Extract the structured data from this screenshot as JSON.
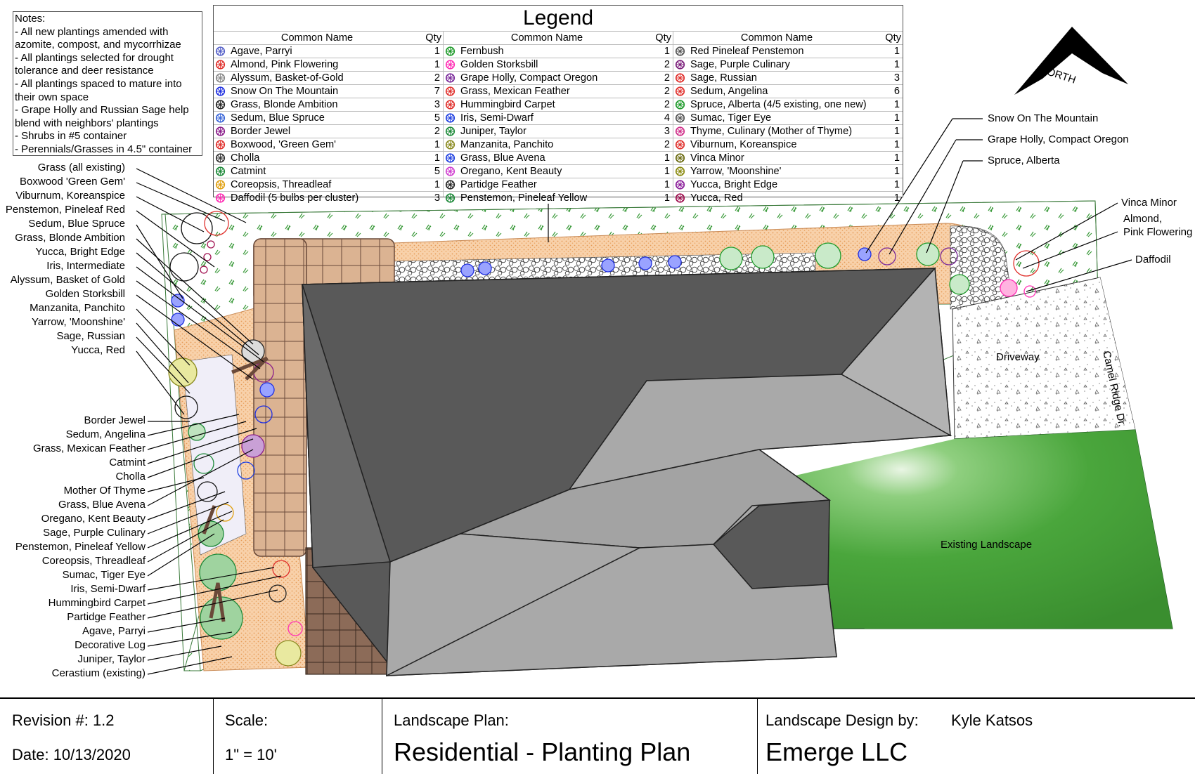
{
  "notes": [
    "Notes:",
    "- All new plantings amended with azomite, compost, and mycorrhizae",
    "- All plantings selected for drought tolerance and deer resistance",
    "- All plantings spaced to mature into their own space",
    "- Grape Holly and Russian Sage help blend with neighbors' plantings",
    "- Shrubs in #5 container",
    "- Perennials/Grasses in  4.5\" container"
  ],
  "legend": {
    "title": "Legend",
    "col_name_header": "Common Name",
    "col_qty_header": "Qty",
    "columns": [
      [
        {
          "name": "Agave,  Parryi",
          "qty": "1",
          "color": "#5560c8",
          "icon": "agave-icon"
        },
        {
          "name": "Almond, Pink Flowering",
          "qty": "1",
          "color": "#e0302c",
          "icon": "almond-icon"
        },
        {
          "name": "Alyssum, Basket-of-Gold",
          "qty": "2",
          "color": "#888888",
          "icon": "alyssum-icon"
        },
        {
          "name": "Snow On The Mountain",
          "qty": "7",
          "color": "#1f2fe0",
          "icon": "snow-on-the-mountain-icon"
        },
        {
          "name": "Grass, Blonde Ambition",
          "qty": "3",
          "color": "#222222",
          "icon": "grass-blonde-icon"
        },
        {
          "name": "Sedum, Blue Spruce",
          "qty": "5",
          "color": "#3a66d8",
          "icon": "sedum-blue-icon"
        },
        {
          "name": "Border Jewel",
          "qty": "2",
          "color": "#8a1d8a",
          "icon": "border-jewel-icon"
        },
        {
          "name": "Boxwood, 'Green Gem'",
          "qty": "1",
          "color": "#e0302c",
          "icon": "boxwood-icon"
        },
        {
          "name": "Cholla",
          "qty": "1",
          "color": "#333333",
          "icon": "cholla-icon"
        },
        {
          "name": "Catmint",
          "qty": "5",
          "color": "#1e8a3a",
          "icon": "catmint-icon"
        },
        {
          "name": "Coreopsis, Threadleaf",
          "qty": "1",
          "color": "#e0a010",
          "icon": "coreopsis-icon"
        },
        {
          "name": "Daffodil (5 bulbs per cluster)",
          "qty": "3",
          "color": "#ff2db4",
          "icon": "daffodil-icon"
        }
      ],
      [
        {
          "name": "Fernbush",
          "qty": "1",
          "color": "#1e9a2a",
          "icon": "fernbush-icon"
        },
        {
          "name": "Golden Storksbill",
          "qty": "2",
          "color": "#ff2db4",
          "icon": "storksbill-icon"
        },
        {
          "name": "Grape Holly, Compact Oregon",
          "qty": "2",
          "color": "#7a2a9a",
          "icon": "grape-holly-icon"
        },
        {
          "name": "Grass, Mexican Feather",
          "qty": "2",
          "color": "#e0302c",
          "icon": "grass-mexican-icon"
        },
        {
          "name": "Hummingbird Carpet",
          "qty": "2",
          "color": "#e0302c",
          "icon": "hummingbird-carpet-icon"
        },
        {
          "name": "Iris, Semi-Dwarf",
          "qty": "4",
          "color": "#2040e0",
          "icon": "iris-semi-dwarf-icon"
        },
        {
          "name": "Juniper, Taylor",
          "qty": "3",
          "color": "#1e8a3a",
          "icon": "juniper-icon"
        },
        {
          "name": "Manzanita, Panchito",
          "qty": "2",
          "color": "#8a8a20",
          "icon": "manzanita-icon"
        },
        {
          "name": "Grass, Blue Avena",
          "qty": "1",
          "color": "#2040e0",
          "icon": "grass-blue-avena-icon"
        },
        {
          "name": "Oregano, Kent Beauty",
          "qty": "1",
          "color": "#d040d0",
          "icon": "oregano-icon"
        },
        {
          "name": "Partidge Feather",
          "qty": "1",
          "color": "#222222",
          "icon": "partridge-feather-icon"
        },
        {
          "name": "Penstemon, Pineleaf Yellow",
          "qty": "1",
          "color": "#1e8a3a",
          "icon": "penstemon-yellow-icon"
        }
      ],
      [
        {
          "name": "Red Pineleaf Penstemon",
          "qty": "1",
          "color": "#555555",
          "icon": "penstemon-red-icon"
        },
        {
          "name": "Sage, Purple Culinary",
          "qty": "1",
          "color": "#7a1d7a",
          "icon": "sage-purple-icon"
        },
        {
          "name": "Sage, Russian",
          "qty": "3",
          "color": "#e0302c",
          "icon": "sage-russian-icon"
        },
        {
          "name": "Sedum, Angelina",
          "qty": "6",
          "color": "#e0302c",
          "icon": "sedum-angelina-icon"
        },
        {
          "name": "Spruce, Alberta (4/5 existing, one new)",
          "qty": "1",
          "color": "#1e9a2a",
          "icon": "spruce-icon"
        },
        {
          "name": "Sumac, Tiger Eye",
          "qty": "1",
          "color": "#555555",
          "icon": "sumac-icon"
        },
        {
          "name": "Thyme, Culinary (Mother of Thyme)",
          "qty": "1",
          "color": "#d0308a",
          "icon": "thyme-icon"
        },
        {
          "name": "Viburnum, Koreanspice",
          "qty": "1",
          "color": "#e0302c",
          "icon": "viburnum-icon"
        },
        {
          "name": "Vinca Minor",
          "qty": "1",
          "color": "#6a6a10",
          "icon": "vinca-icon"
        },
        {
          "name": "Yarrow, 'Moonshine'",
          "qty": "1",
          "color": "#8a8a10",
          "icon": "yarrow-icon"
        },
        {
          "name": "Yucca, Bright Edge",
          "qty": "1",
          "color": "#8a1d9a",
          "icon": "yucca-bright-icon"
        },
        {
          "name": "Yucca, Red",
          "qty": "1",
          "color": "#a01050",
          "icon": "yucca-red-icon"
        }
      ]
    ]
  },
  "left_labels": [
    "Grass (all existing)",
    "Boxwood 'Green Gem'",
    "Viburnum, Koreanspice",
    "Penstemon, Pineleaf Red",
    "Sedum, Blue Spruce",
    "Grass, Blonde Ambition",
    "Yucca, Bright Edge",
    "Iris, Intermediate",
    "Alyssum, Basket of Gold",
    "Golden Storksbill",
    "Manzanita, Panchito",
    "Yarrow, 'Moonshine'",
    "Sage, Russian",
    "Yucca, Red"
  ],
  "left_labels_lower": [
    "Border Jewel",
    "Sedum, Angelina",
    "Grass, Mexican Feather",
    "Catmint",
    "Cholla",
    "Mother Of Thyme",
    "Grass, Blue Avena",
    "Oregano, Kent Beauty",
    "Sage, Purple Culinary",
    "Penstemon, Pineleaf Yellow",
    "Coreopsis, Threadleaf",
    "Sumac, Tiger Eye",
    "Iris, Semi-Dwarf",
    "Hummingbird Carpet",
    "Partidge Feather",
    "Agave,  Parryi",
    "Decorative Log",
    "Juniper, Taylor",
    "Cerastium (existing)"
  ],
  "right_labels": {
    "snow": "Snow On The Mountain",
    "grape": "Grape Holly, Compact Oregon",
    "spruce": "Spruce, Alberta",
    "vinca": "Vinca Minor",
    "almond_1": "Almond,",
    "almond_2": "Pink Flowering",
    "daffodil": "Daffodil"
  },
  "map": {
    "north": "NORTH",
    "driveway": "Driveway",
    "street": "Camel Ridge Dr.",
    "existing": "Existing Landscape"
  },
  "colors": {
    "roof_dark": "#5a5a5a",
    "roof_light": "#a6a6a6",
    "lawn": "#3e9b35",
    "mulch": "#f6c9a0",
    "patio": "#d9b08f",
    "patio_dark": "#8a6a55"
  },
  "title_block": {
    "revision": "Revision #: 1.2",
    "date": "Date:   10/13/2020",
    "scale_label": "Scale:",
    "scale_value": "1\" = 10'",
    "plan_label": "Landscape Plan:",
    "plan_title": "Residential - Planting Plan",
    "designer_label": "Landscape Design by:",
    "designer_name": "Kyle Katsos",
    "company": "Emerge LLC"
  }
}
